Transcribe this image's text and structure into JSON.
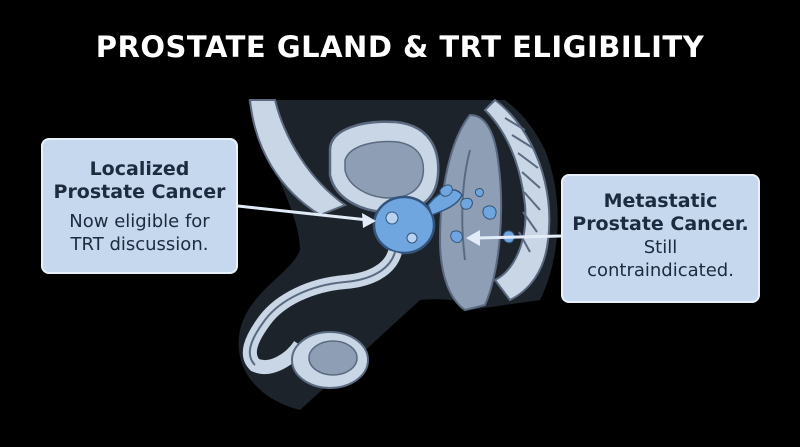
{
  "title": "PROSTATE GLAND & TRT ELIGIBILITY",
  "left_callout": {
    "heading_line1": "Localized",
    "heading_line2": "Prostate Cancer",
    "body_line1": "Now eligible for",
    "body_line2": "TRT discussion."
  },
  "right_callout": {
    "heading_line1": "Metastatic",
    "heading_line2": "Prostate Cancer.",
    "body_line1": "Still",
    "body_line2": "contraindicated."
  },
  "colors": {
    "background": "#000000",
    "callout_fill": "#c6d8ee",
    "tissue_light": "#c9d6e6",
    "tissue_dark": "#8e9fb5",
    "lesion_blue": "#6fa6df"
  }
}
